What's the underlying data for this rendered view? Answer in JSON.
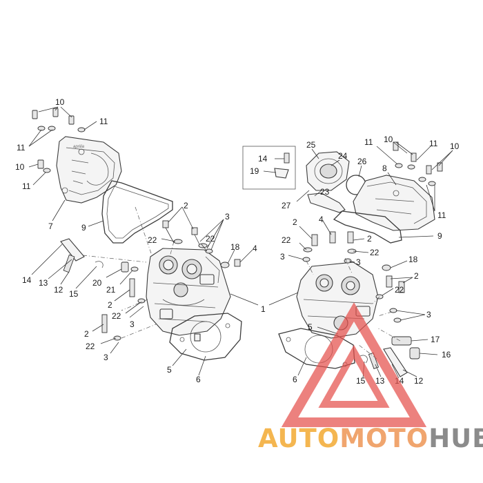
{
  "diagram": {
    "callouts": [
      {
        "id": "c10a",
        "text": "10"
      },
      {
        "id": "c11a",
        "text": "11"
      },
      {
        "id": "c11b",
        "text": "11"
      },
      {
        "id": "c10b",
        "text": "10"
      },
      {
        "id": "c11c",
        "text": "11"
      },
      {
        "id": "c7",
        "text": "7"
      },
      {
        "id": "c9a",
        "text": "9"
      },
      {
        "id": "c2a",
        "text": "2"
      },
      {
        "id": "c3a",
        "text": "3"
      },
      {
        "id": "c22a",
        "text": "22"
      },
      {
        "id": "c22b",
        "text": "22"
      },
      {
        "id": "c18a",
        "text": "18"
      },
      {
        "id": "c4a",
        "text": "4"
      },
      {
        "id": "c14a",
        "text": "14"
      },
      {
        "id": "c13a",
        "text": "13"
      },
      {
        "id": "c12a",
        "text": "12"
      },
      {
        "id": "c15a",
        "text": "15"
      },
      {
        "id": "c20",
        "text": "20"
      },
      {
        "id": "c21",
        "text": "21"
      },
      {
        "id": "c2b",
        "text": "2"
      },
      {
        "id": "c22c",
        "text": "22"
      },
      {
        "id": "c3b",
        "text": "3"
      },
      {
        "id": "c2c",
        "text": "2"
      },
      {
        "id": "c22d",
        "text": "22"
      },
      {
        "id": "c3c",
        "text": "3"
      },
      {
        "id": "c5a",
        "text": "5"
      },
      {
        "id": "c6a",
        "text": "6"
      },
      {
        "id": "c1",
        "text": "1"
      },
      {
        "id": "c14b",
        "text": "14"
      },
      {
        "id": "c19",
        "text": "19"
      },
      {
        "id": "c25",
        "text": "25"
      },
      {
        "id": "c24",
        "text": "24"
      },
      {
        "id": "c26",
        "text": "26"
      },
      {
        "id": "c23",
        "text": "23"
      },
      {
        "id": "c27",
        "text": "27"
      },
      {
        "id": "c11d",
        "text": "11"
      },
      {
        "id": "c10c",
        "text": "10"
      },
      {
        "id": "c11e",
        "text": "11"
      },
      {
        "id": "c10d",
        "text": "10"
      },
      {
        "id": "c8",
        "text": "8"
      },
      {
        "id": "c11f",
        "text": "11"
      },
      {
        "id": "c9b",
        "text": "9"
      },
      {
        "id": "c2d",
        "text": "2"
      },
      {
        "id": "c4b",
        "text": "4"
      },
      {
        "id": "c2e",
        "text": "2"
      },
      {
        "id": "c22e",
        "text": "22"
      },
      {
        "id": "c22f",
        "text": "22"
      },
      {
        "id": "c3d",
        "text": "3"
      },
      {
        "id": "c3e",
        "text": "3"
      },
      {
        "id": "c18b",
        "text": "18"
      },
      {
        "id": "c2f",
        "text": "2"
      },
      {
        "id": "c22g",
        "text": "22"
      },
      {
        "id": "c3f",
        "text": "3"
      },
      {
        "id": "c5b",
        "text": "5"
      },
      {
        "id": "c17",
        "text": "17"
      },
      {
        "id": "c16",
        "text": "16"
      },
      {
        "id": "c6b",
        "text": "6"
      },
      {
        "id": "c15b",
        "text": "15"
      },
      {
        "id": "c13b",
        "text": "13"
      },
      {
        "id": "c14c",
        "text": "14"
      },
      {
        "id": "c12b",
        "text": "12"
      }
    ],
    "cover_brand": "aprilia"
  },
  "watermark": {
    "part1": "AUTO",
    "part2": "MOTO",
    "part3": "HUB",
    "color1": "#f4b650",
    "color2": "#f0a56e",
    "color3": "#8b8b8b",
    "triangle_color": "#e4504c"
  }
}
